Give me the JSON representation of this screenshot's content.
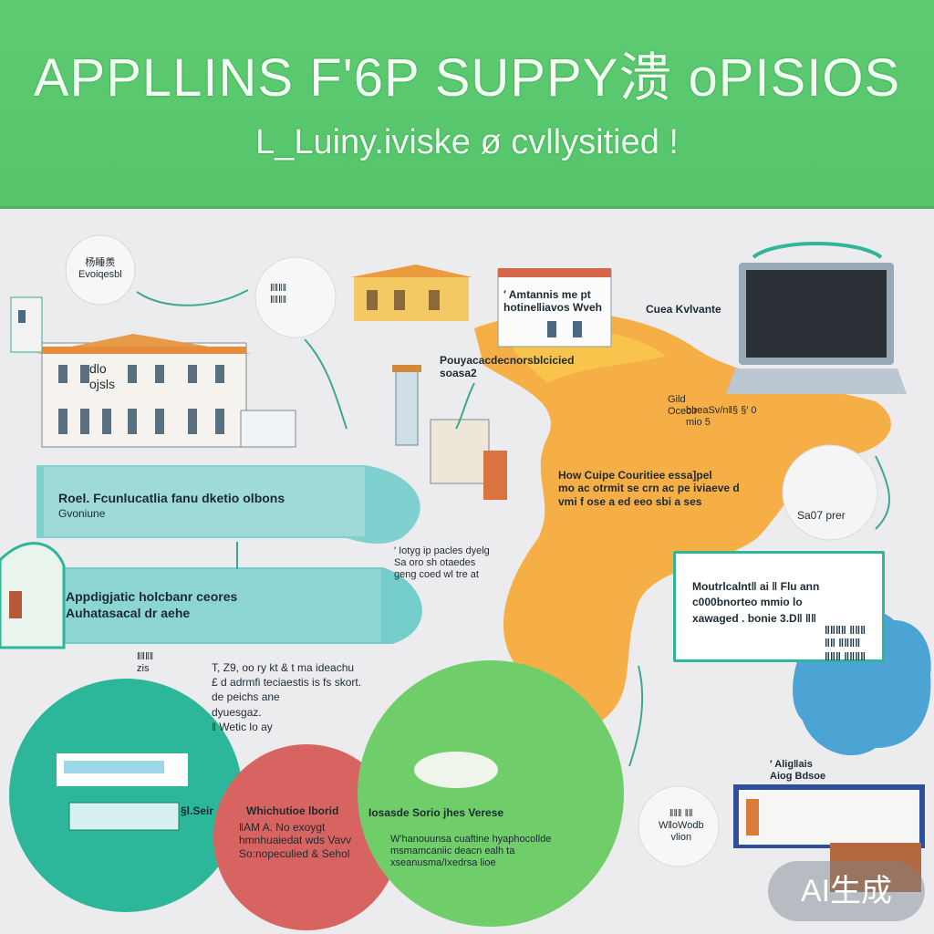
{
  "header": {
    "title": "APPLLINS F'6P SUPPY溃 oPISIOS",
    "subtitle": "L_Luiny.iviske ø cvllysitied !"
  },
  "labels": {
    "top_left_bubble": "杨睡羨\nEvoiqesbl",
    "center_top_bubble": "‖‖‖‖\n‖‖‖‖",
    "school_sign": "dlo\nojsls",
    "header_right_a": "′ Amtannis me pt\nhotine‖iavos Wveh",
    "header_right_b": "Cuea Kvlvante",
    "orange_bubble": "Pouyacacdecnorsblcicied\nsoasa2",
    "gild": "Gild\nOceolr",
    "gild_b": "bbeaSv/n‖§ §′ 0\nmio 5",
    "orange_callout": "How Cuipe Couritiee essa]pel\nmo ac otrmit se crn ac pe iviaeve d\nvmi f ose a ed eeo sbi a ses",
    "right_bubble": "Sa07 prer",
    "teal_banner_1_title": "Roel. Fcunlucatlia fanu dketio olbons",
    "teal_banner_1_sub": "Gvoniune",
    "mid_note": "′ Iotyg ip pacles dyelg\nSa oro sh otaedes\ngeng coed wl tre at",
    "teal_banner_2_title": "Appdigjatic holcbanr ceores",
    "teal_banner_2_sub": "Auhatasacal dr aehe",
    "left_note_small": "‖‖‖‖\nzis",
    "center_note": "T, Z9, oo ry kt & t ma ideachu\n£ d adrmfi teciaestis is fs skort.\nde peichs ane\ndyuesgaz.\n‖ Wetic lo ay",
    "callout_box": "Moutrlcalnt‖ ai ‖ Flu ann\nc000bnorteo mmio lo\nxawaged . bonie 3.D‖ ‖‖",
    "blue_cloud": "‖‖‖‖ ‖‖‖\n‖‖ ‖‖‖‖\n‖‖‖ ‖‖‖‖",
    "bottom_right_a": "′ Alig‖ais\nAiog Bdsoe",
    "teal_circle_tag": "§l.Seir",
    "red_circle_1": "Whichutioe lborid",
    "red_circle_2": "‖AM A. No exoygt\nhmnhuaiedat wds Vavv\nSo:nopeculied & Sehol",
    "green_circle_1": "Iosasde Sorio jhes   Verese",
    "green_circle_2": "W'hanouunsa cuaftine hyaphocollde\nmsmamcaniic deacn ealh ta\nxseanusma/Ixedrsa lioe",
    "bottom_right_bubble": "‖‖‖ ‖‖\nW‖oWodb\nvlion",
    "watermark": "AI生成"
  }
}
